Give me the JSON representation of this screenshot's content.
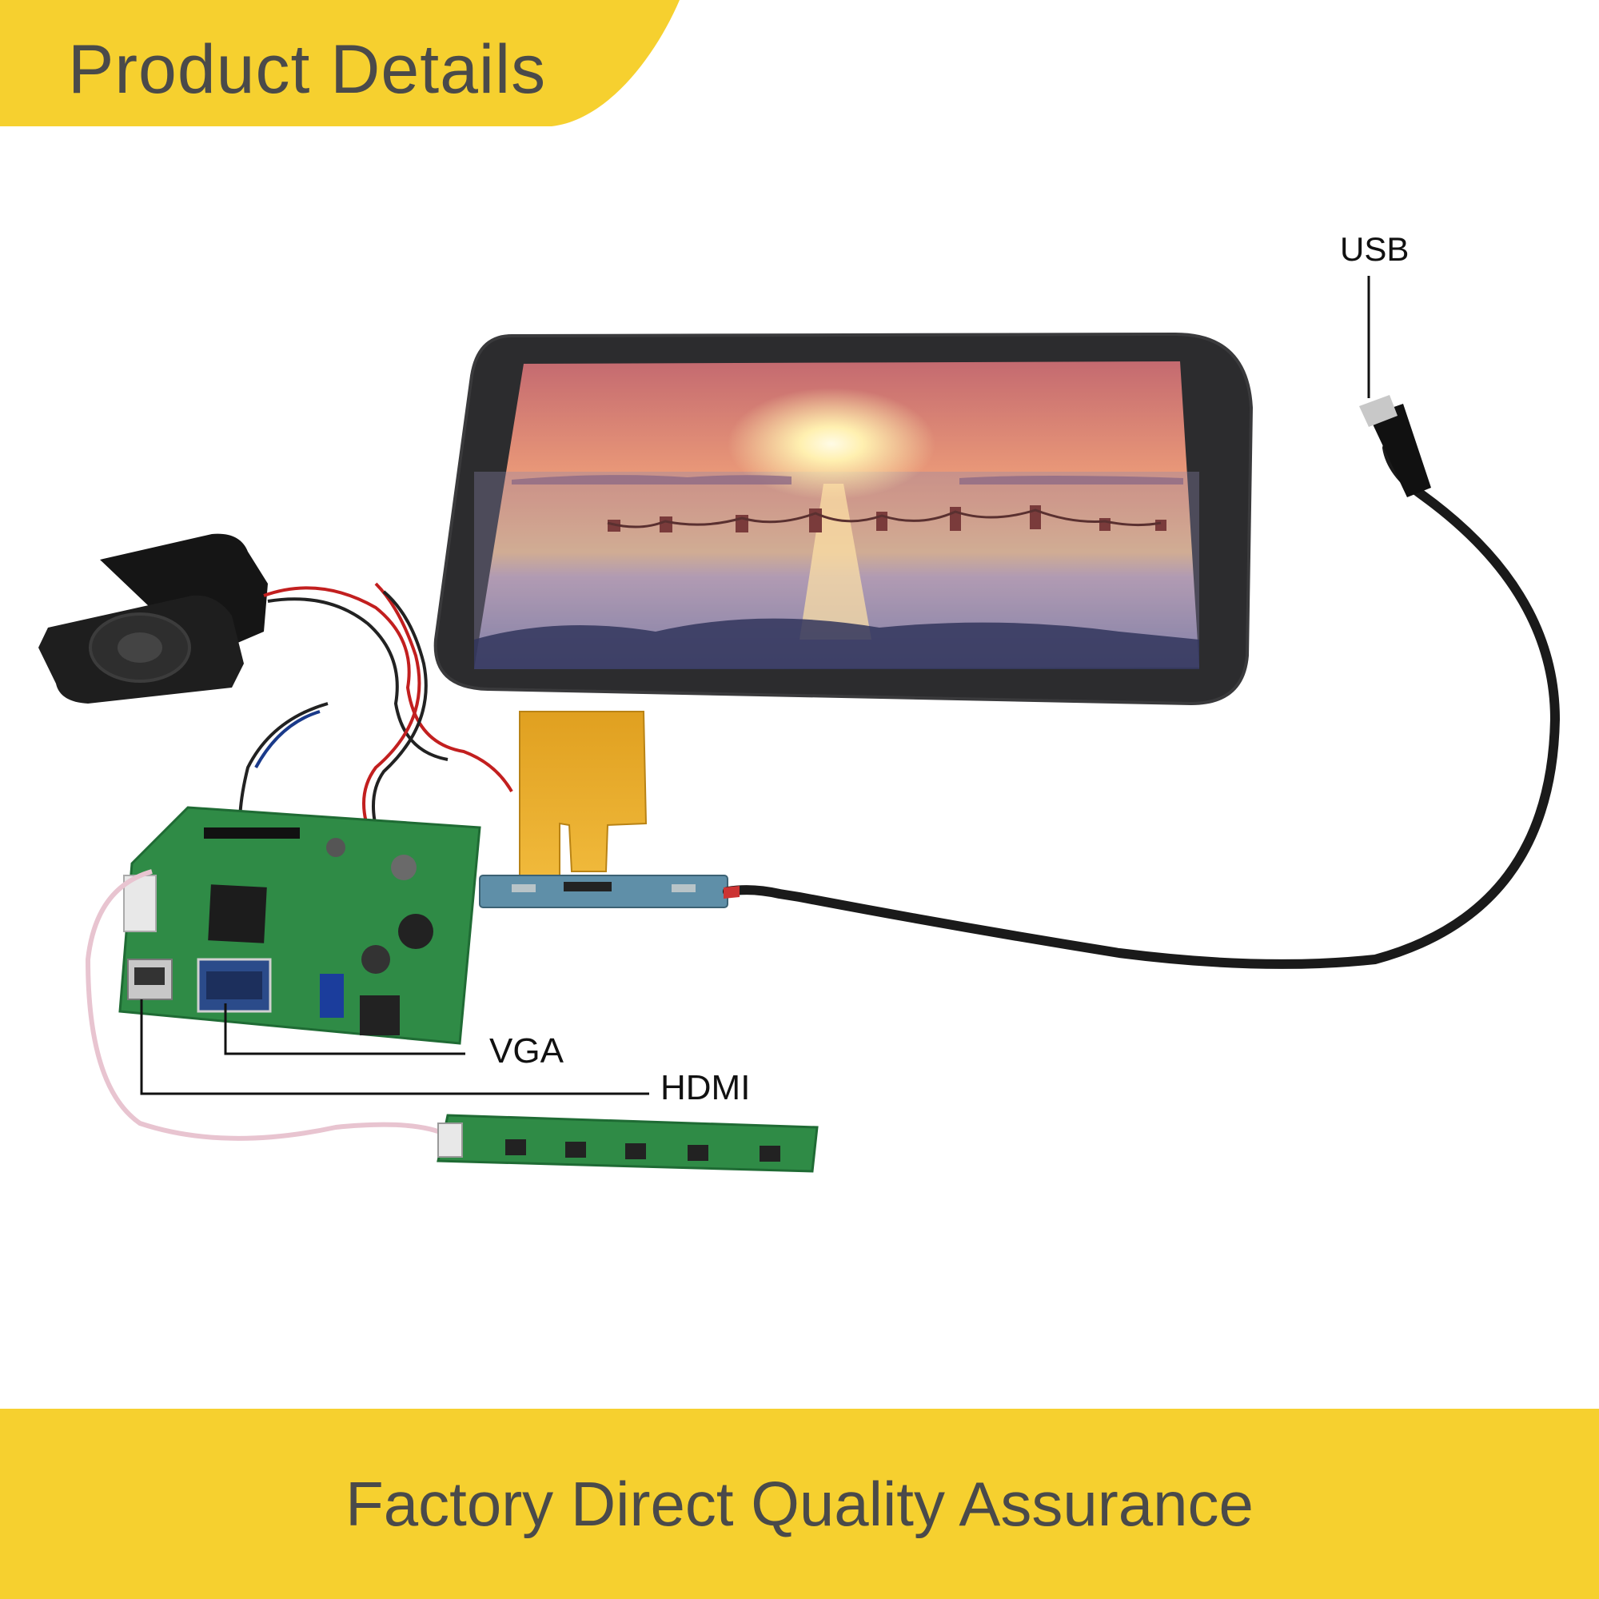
{
  "header": {
    "title": "Product Details",
    "accent_color": "#f6d02f"
  },
  "callouts": {
    "usb": "USB",
    "vga": "VGA",
    "hdmi": "HDMI"
  },
  "footer": {
    "text": "Factory Direct Quality Assurance",
    "band_color": "#f6d02f"
  },
  "product_image": {
    "description": "Touch screen LCD kit with driver board, speakers, keypad board and USB cable",
    "icons": [
      "lcd-touch-panel",
      "speaker-box",
      "driver-board",
      "keypad-board",
      "usb-cable"
    ]
  }
}
